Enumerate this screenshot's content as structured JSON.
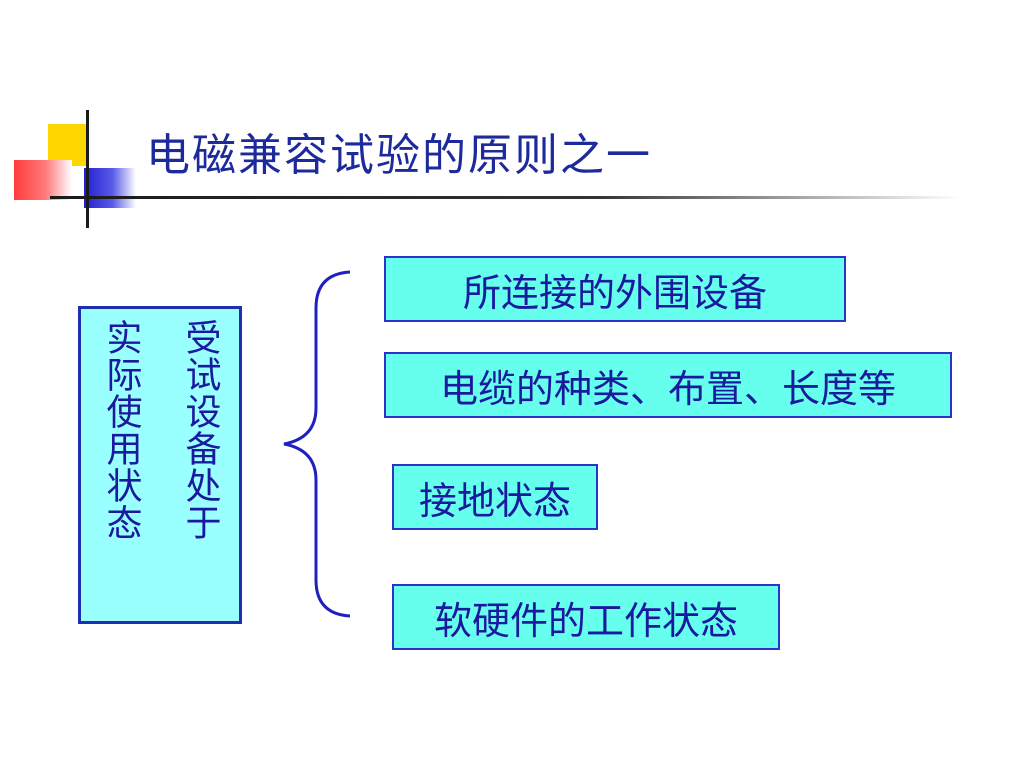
{
  "slide": {
    "title": "电磁兼容试验的原则之一",
    "left_box": {
      "column_right": "受试设备处于",
      "column_left": "实际使用状态"
    },
    "items": [
      {
        "label": "所连接的外围设备"
      },
      {
        "label": "电缆的种类、布置、长度等"
      },
      {
        "label": "接地状态"
      },
      {
        "label": "软硬件的工作状态"
      }
    ]
  },
  "colors": {
    "title": "#1c2a9c",
    "box_fill": "#66ffee",
    "left_box_fill": "#99ffff",
    "border": "#2b34c8",
    "text": "#1a1a9e"
  }
}
